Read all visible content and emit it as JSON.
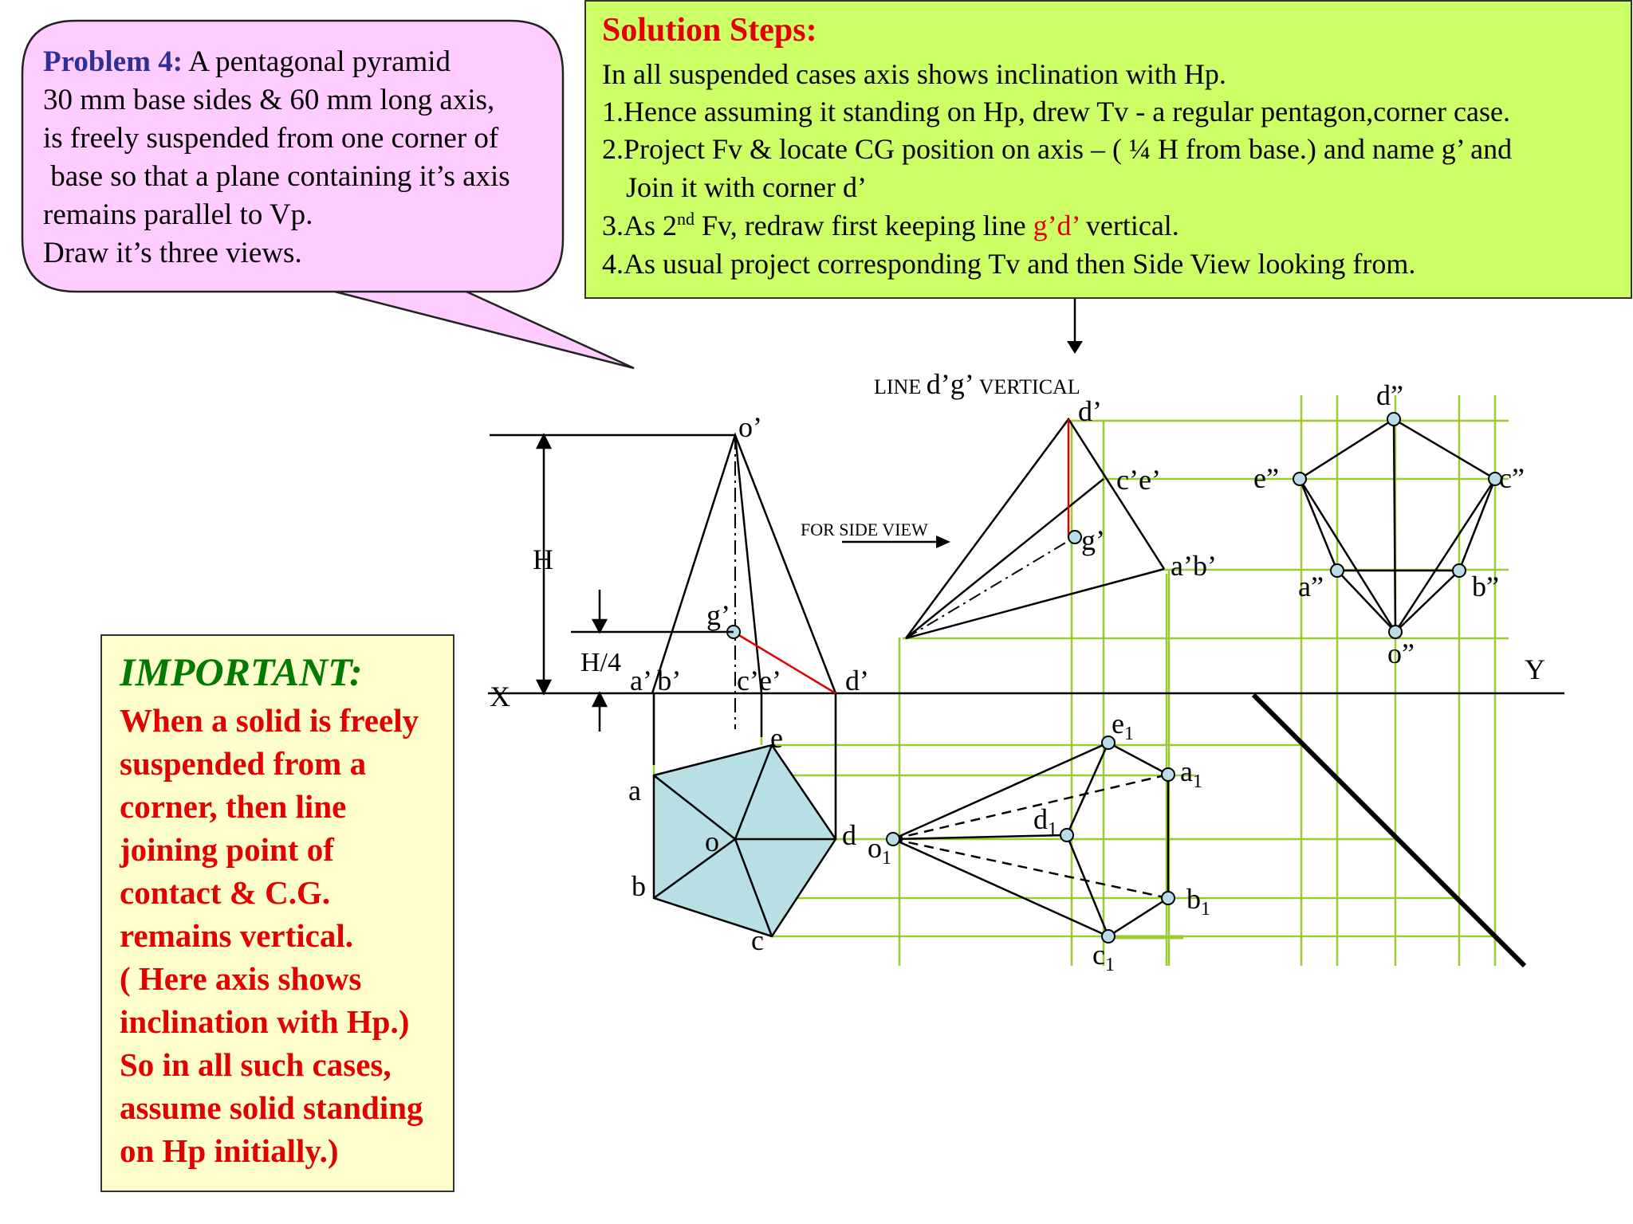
{
  "problem": {
    "label": "Problem 4:",
    "first_line_rest": " A pentagonal pyramid",
    "lines": [
      "30 mm base sides & 60 mm long axis,",
      "is freely suspended from one corner of",
      " base so that a plane containing it’s axis",
      "remains parallel to Vp.",
      "Draw it’s three views."
    ]
  },
  "solution": {
    "title": "Solution Steps:",
    "line1": "In all suspended cases axis shows inclination with Hp.",
    "line2": "1.Hence assuming it standing on Hp, drew Tv - a regular pentagon,corner case.",
    "line3": "2.Project Fv & locate CG position on axis – ( ¼ H from base.) and name g’ and",
    "line4": "Join it with corner d’",
    "line5_pre": "3.As 2",
    "line5_sup": "nd",
    "line5_mid": " Fv, redraw first keeping line ",
    "line5_red": "g’d’",
    "line5_post": " vertical.",
    "line6": "4.As usual project corresponding Tv and then Side View looking from."
  },
  "important": {
    "title": "IMPORTANT:",
    "lines": [
      "When a solid is freely",
      "suspended from a",
      "corner, then line",
      "joining point of",
      "contact & C.G.",
      "remains vertical.",
      "( Here axis shows",
      "inclination with Hp.)",
      "So in all such cases,",
      "assume solid standing",
      "on Hp initially.)"
    ]
  },
  "diagram": {
    "line_label_pre": "LINE ",
    "line_label_big": "d’g’",
    "line_label_post": " VERTICAL",
    "for_side_view": "FOR SIDE VIEW",
    "x_label": "X",
    "y_label": "Y",
    "h_label": "H",
    "h4_label": "H/4",
    "fv1": {
      "o": "o’",
      "g": "g’",
      "a_b": "a’ b’",
      "c_e": "c’e’",
      "d": "d’"
    },
    "tv1": {
      "a": "a",
      "b": "b",
      "c": "c",
      "d": "d",
      "e": "e",
      "o": "o"
    },
    "fv2": {
      "d": "d’",
      "c_e": "c’e’",
      "g": "g’",
      "a_b": "a’b’"
    },
    "tv2": {
      "e": "e",
      "a": "a",
      "d": "d",
      "o": "o",
      "b": "b",
      "c": "c",
      "sub": "1"
    },
    "sv": {
      "d": "d”",
      "e": "e”",
      "c": "c”",
      "a": "a”",
      "b": "b”",
      "o": "o”"
    },
    "colors": {
      "projection": "#99cc33",
      "pentagon_fill": "#b8e0e4",
      "red": "#e30000",
      "point_fill": "#b8dde6"
    }
  }
}
